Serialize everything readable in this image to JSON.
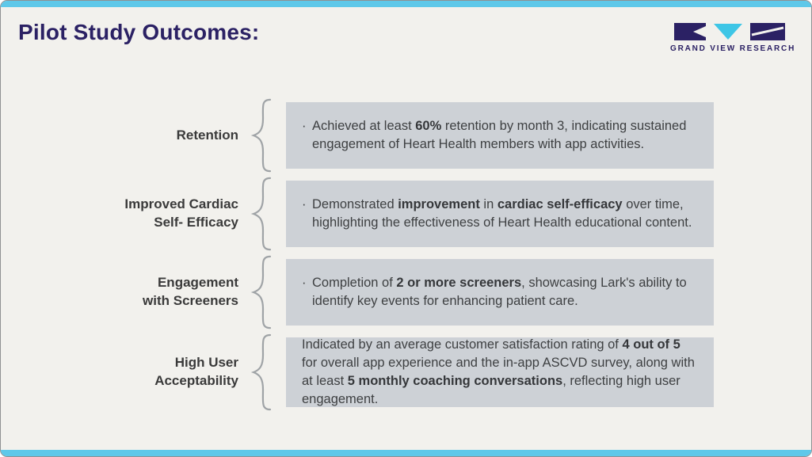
{
  "page": {
    "title": "Pilot Study Outcomes:"
  },
  "logo": {
    "text": "GRAND VIEW RESEARCH"
  },
  "colors": {
    "accent_cyan": "#5EC8E9",
    "brand_purple": "#2B2164",
    "box_gray": "#CDD1D6",
    "background": "#F2F1ED"
  },
  "rows": [
    {
      "label": "Retention",
      "bullet": "·",
      "segments": [
        {
          "t": "Achieved at least ",
          "b": false
        },
        {
          "t": "60%",
          "b": true
        },
        {
          "t": " retention by month 3, indicating sustained engagement of Heart Health members with app activities.",
          "b": false
        }
      ]
    },
    {
      "label": "Improved Cardiac\nSelf- Efficacy",
      "bullet": "·",
      "segments": [
        {
          "t": "Demonstrated ",
          "b": false
        },
        {
          "t": "improvement",
          "b": true
        },
        {
          "t": " in ",
          "b": false
        },
        {
          "t": "cardiac self-efficacy",
          "b": true
        },
        {
          "t": " over time, highlighting the effectiveness of Heart Health educational content.",
          "b": false
        }
      ]
    },
    {
      "label": "Engagement\nwith Screeners",
      "bullet": "·",
      "segments": [
        {
          "t": "Completion of ",
          "b": false
        },
        {
          "t": "2 or more screeners",
          "b": true
        },
        {
          "t": ", showcasing Lark's ability to identify key events for enhancing patient care.",
          "b": false
        }
      ]
    },
    {
      "label": "High User\nAcceptability",
      "bullet": "",
      "segments": [
        {
          "t": "Indicated by an average customer satisfaction rating of ",
          "b": false
        },
        {
          "t": "4 out of 5",
          "b": true
        },
        {
          "t": " for overall app experience and the in-app ASCVD survey, along with at least ",
          "b": false
        },
        {
          "t": "5 monthly coaching conversations",
          "b": true
        },
        {
          "t": ", reflecting high user engagement.",
          "b": false
        }
      ]
    }
  ]
}
